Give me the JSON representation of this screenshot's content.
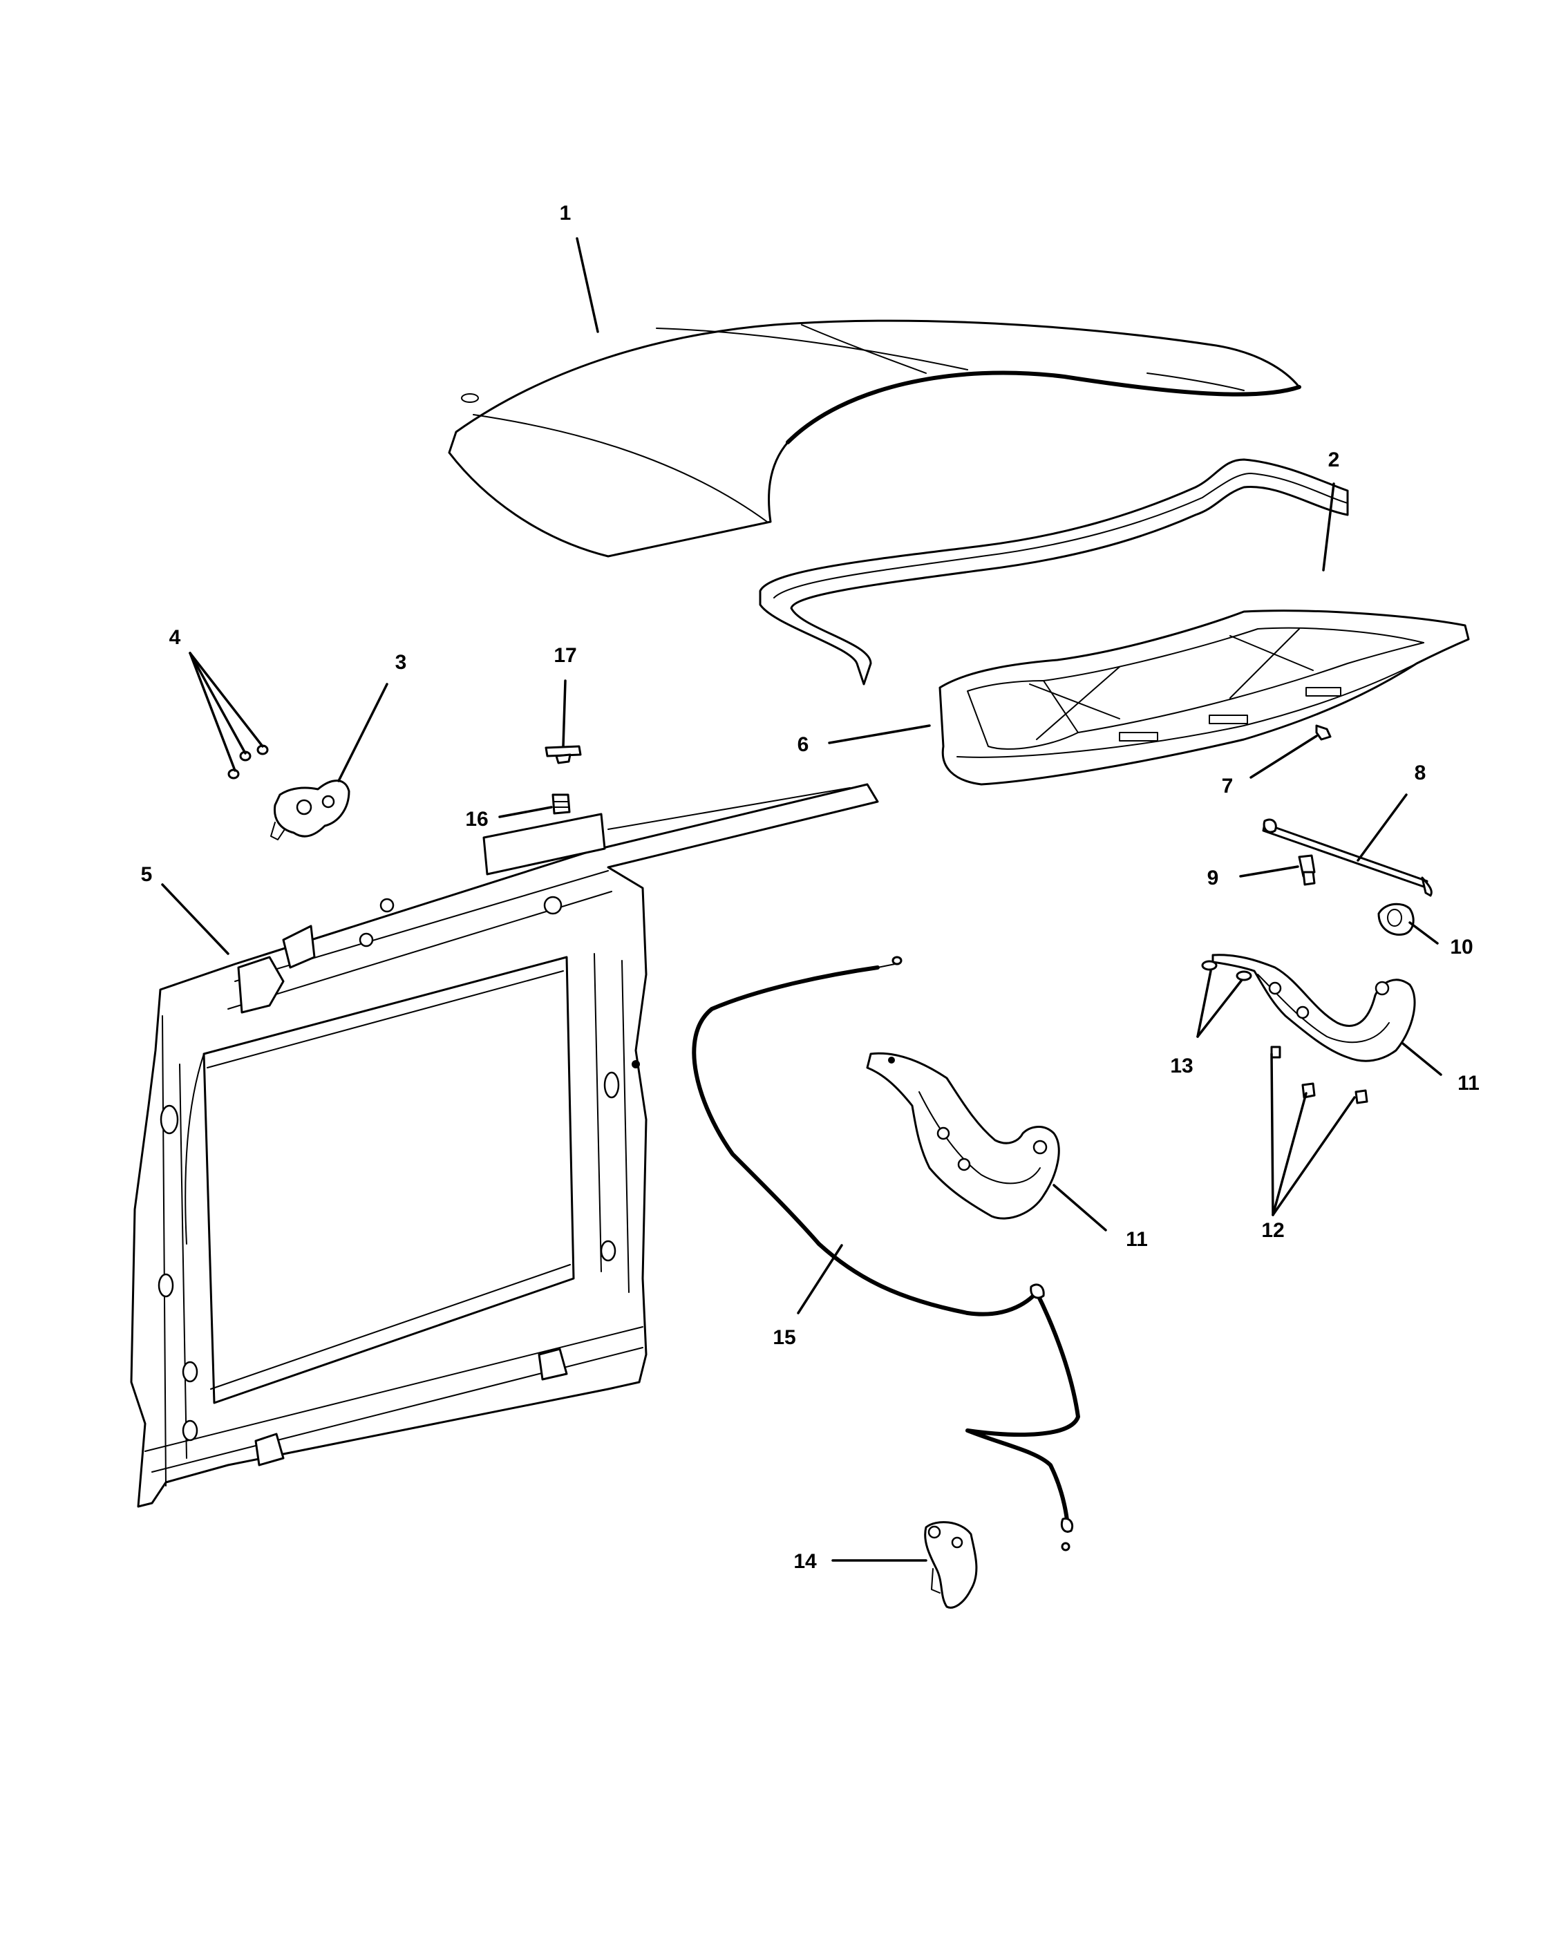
{
  "callouts": [
    {
      "label": "1"
    },
    {
      "label": "2"
    },
    {
      "label": "3"
    },
    {
      "label": "4"
    },
    {
      "label": "5"
    },
    {
      "label": "6"
    },
    {
      "label": "7"
    },
    {
      "label": "8"
    },
    {
      "label": "9"
    },
    {
      "label": "10"
    },
    {
      "label": "11"
    },
    {
      "label": "11"
    },
    {
      "label": "12"
    },
    {
      "label": "13"
    },
    {
      "label": "14"
    },
    {
      "label": "15"
    },
    {
      "label": "16"
    },
    {
      "label": "17"
    }
  ]
}
